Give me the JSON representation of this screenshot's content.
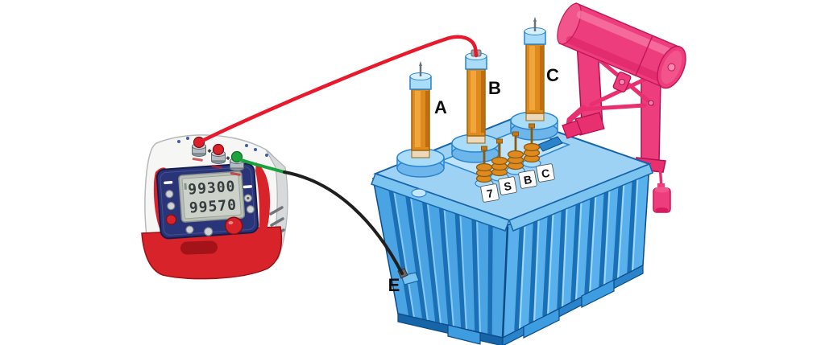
{
  "instrument": {
    "display": {
      "line1": "99300",
      "line2": "99570"
    },
    "terminals": [
      {
        "color": "#d8232a"
      },
      {
        "color": "#d8232a"
      },
      {
        "color": "#1fa23d"
      }
    ]
  },
  "transformer": {
    "hv_bushing_labels": [
      "A",
      "B",
      "C"
    ],
    "lv_bushing_labels": [
      "7",
      "S",
      "B",
      "C"
    ],
    "ground_label": "E"
  },
  "colors": {
    "background": "#ffffff",
    "tank_blue": "#4aa4e4",
    "tank_blue_light": "#9ed2f4",
    "tank_blue_dark": "#1565a8",
    "bushing_orange": "#df8a1e",
    "conservator_pink": "#ee3d7c",
    "wire_red": "#e8192c",
    "wire_green": "#17a23b",
    "wire_black": "#1f1f1f",
    "instrument_red": "#d8232a",
    "panel_navy": "#2a3478",
    "lcd_gray": "#ccd2ca"
  }
}
